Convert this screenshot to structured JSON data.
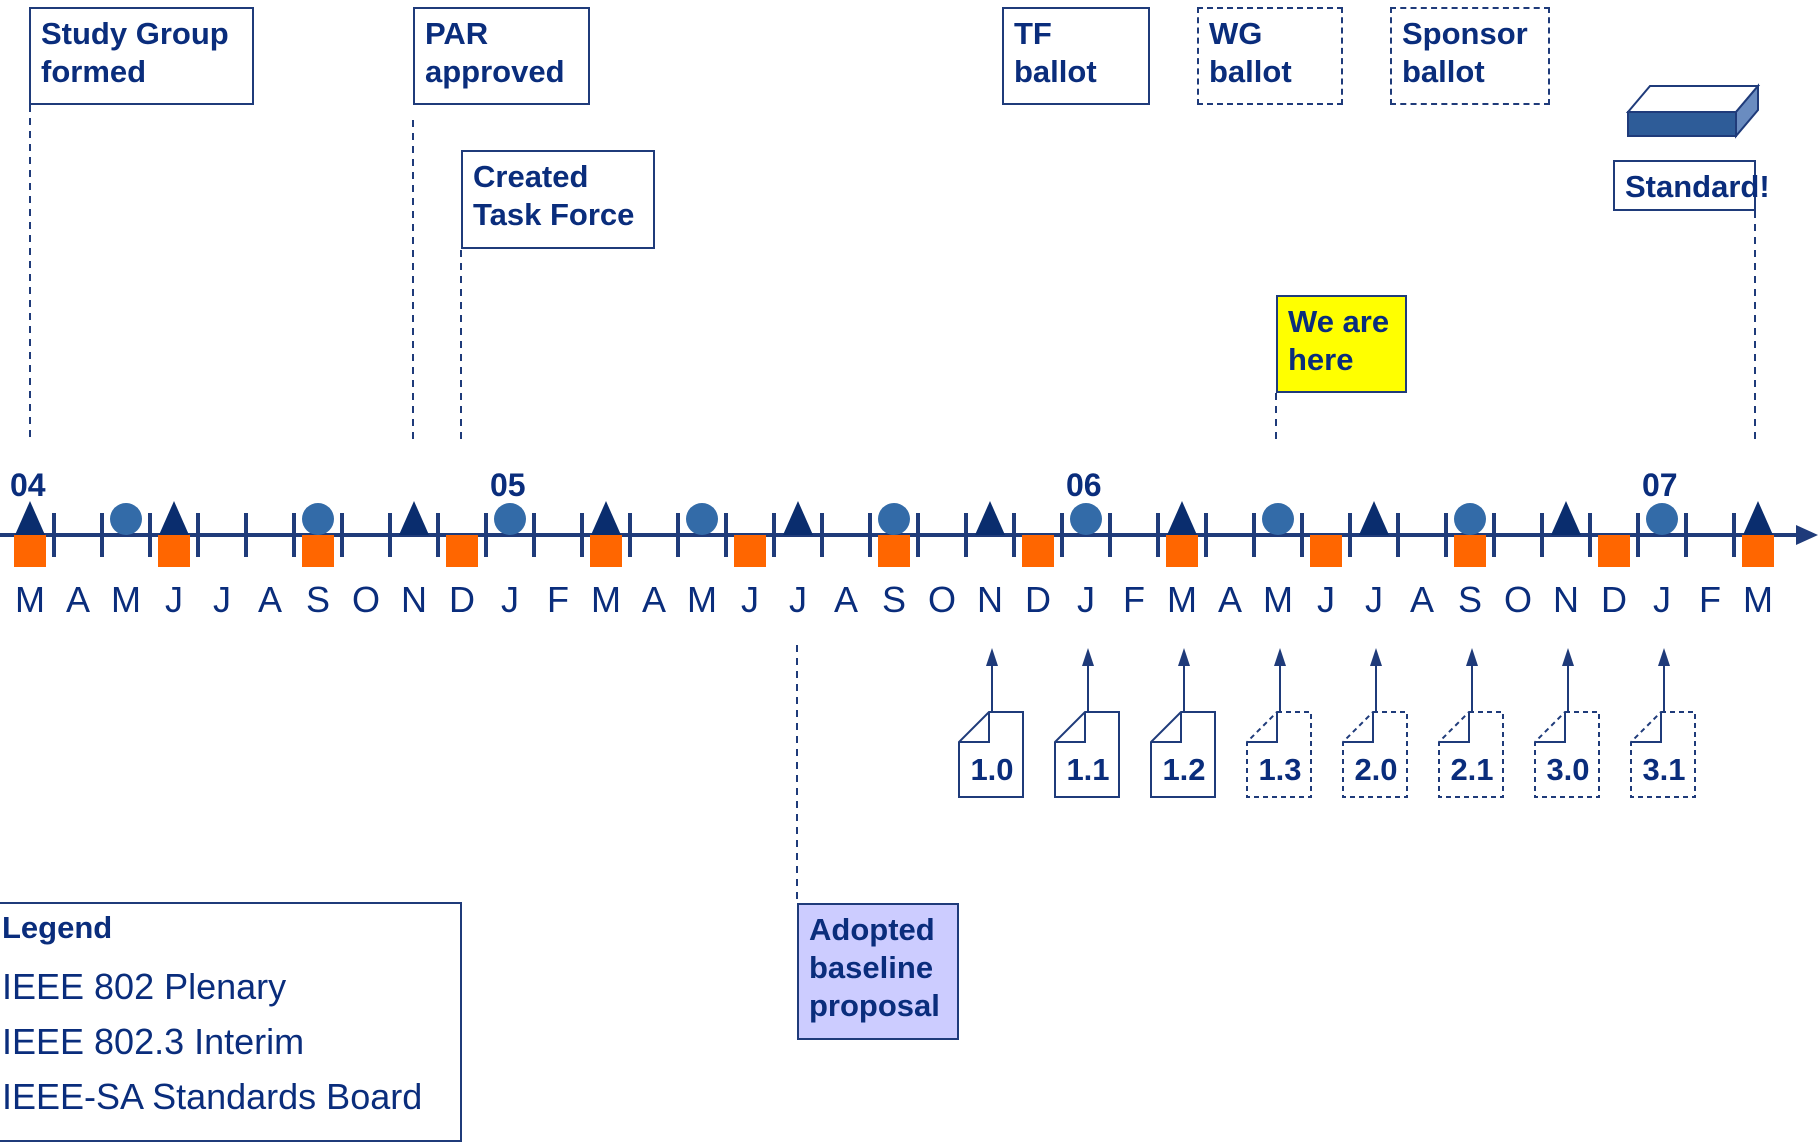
{
  "milestones": [
    {
      "id": "study-group",
      "text": "Study Group\nformed",
      "style": "solid"
    },
    {
      "id": "par",
      "text": "PAR\napproved",
      "style": "solid"
    },
    {
      "id": "task-force",
      "text": "Created\nTask Force",
      "style": "solid"
    },
    {
      "id": "tf-ballot",
      "text": "TF\nballot",
      "style": "solid"
    },
    {
      "id": "wg-ballot",
      "text": "WG\nballot",
      "style": "dashed"
    },
    {
      "id": "sponsor-ballot",
      "text": "Sponsor\nballot",
      "style": "dashed"
    },
    {
      "id": "standard",
      "text": "Standard!",
      "style": "solid"
    },
    {
      "id": "we-are-here",
      "text": "We are\nhere",
      "style": "yellow"
    },
    {
      "id": "baseline",
      "text": "Adopted\nbaseline\nproposal",
      "style": "purple"
    }
  ],
  "timeline": {
    "months": [
      "M",
      "A",
      "M",
      "J",
      "J",
      "A",
      "S",
      "O",
      "N",
      "D",
      "J",
      "F",
      "M",
      "A",
      "M",
      "J",
      "J",
      "A",
      "S",
      "O",
      "N",
      "D",
      "J",
      "F",
      "M",
      "A",
      "M",
      "J",
      "J",
      "A",
      "S",
      "O",
      "N",
      "D",
      "J",
      "F",
      "M"
    ],
    "year_labels": [
      {
        "text": "04",
        "month_index": 0
      },
      {
        "text": "05",
        "month_index": 10
      },
      {
        "text": "06",
        "month_index": 22
      },
      {
        "text": "07",
        "month_index": 34
      }
    ],
    "plenary_month_indices": [
      0,
      3,
      8,
      12,
      16,
      20,
      24,
      28,
      32,
      36
    ],
    "interim_month_indices": [
      2,
      6,
      10,
      14,
      18,
      22,
      26,
      30,
      34
    ],
    "standards_board_month_indices": [
      0,
      3,
      6,
      9,
      12,
      15,
      18,
      21,
      24,
      27,
      30,
      33,
      36
    ],
    "colors": {
      "line": "#1f3b7a",
      "plenary": "#0a2d6e",
      "interim": "#336ba8",
      "board": "#ff6600",
      "text": "#0a2d7c"
    }
  },
  "drafts": [
    {
      "label": "1.0",
      "month_index": 20,
      "style": "solid"
    },
    {
      "label": "1.1",
      "month_index": 22,
      "style": "solid"
    },
    {
      "label": "1.2",
      "month_index": 24,
      "style": "solid"
    },
    {
      "label": "1.3",
      "month_index": 26,
      "style": "dashed"
    },
    {
      "label": "2.0",
      "month_index": 28,
      "style": "dashed"
    },
    {
      "label": "2.1",
      "month_index": 30,
      "style": "dashed"
    },
    {
      "label": "3.0",
      "month_index": 32,
      "style": "dashed"
    },
    {
      "label": "3.1",
      "month_index": 34,
      "style": "dashed"
    }
  ],
  "legend": {
    "title": "Legend",
    "items": [
      {
        "label": "IEEE 802 Plenary",
        "icon": "triangle-icon"
      },
      {
        "label": "IEEE 802.3 Interim",
        "icon": "circle-icon"
      },
      {
        "label": "IEEE-SA Standards Board",
        "icon": "square-icon"
      }
    ]
  }
}
